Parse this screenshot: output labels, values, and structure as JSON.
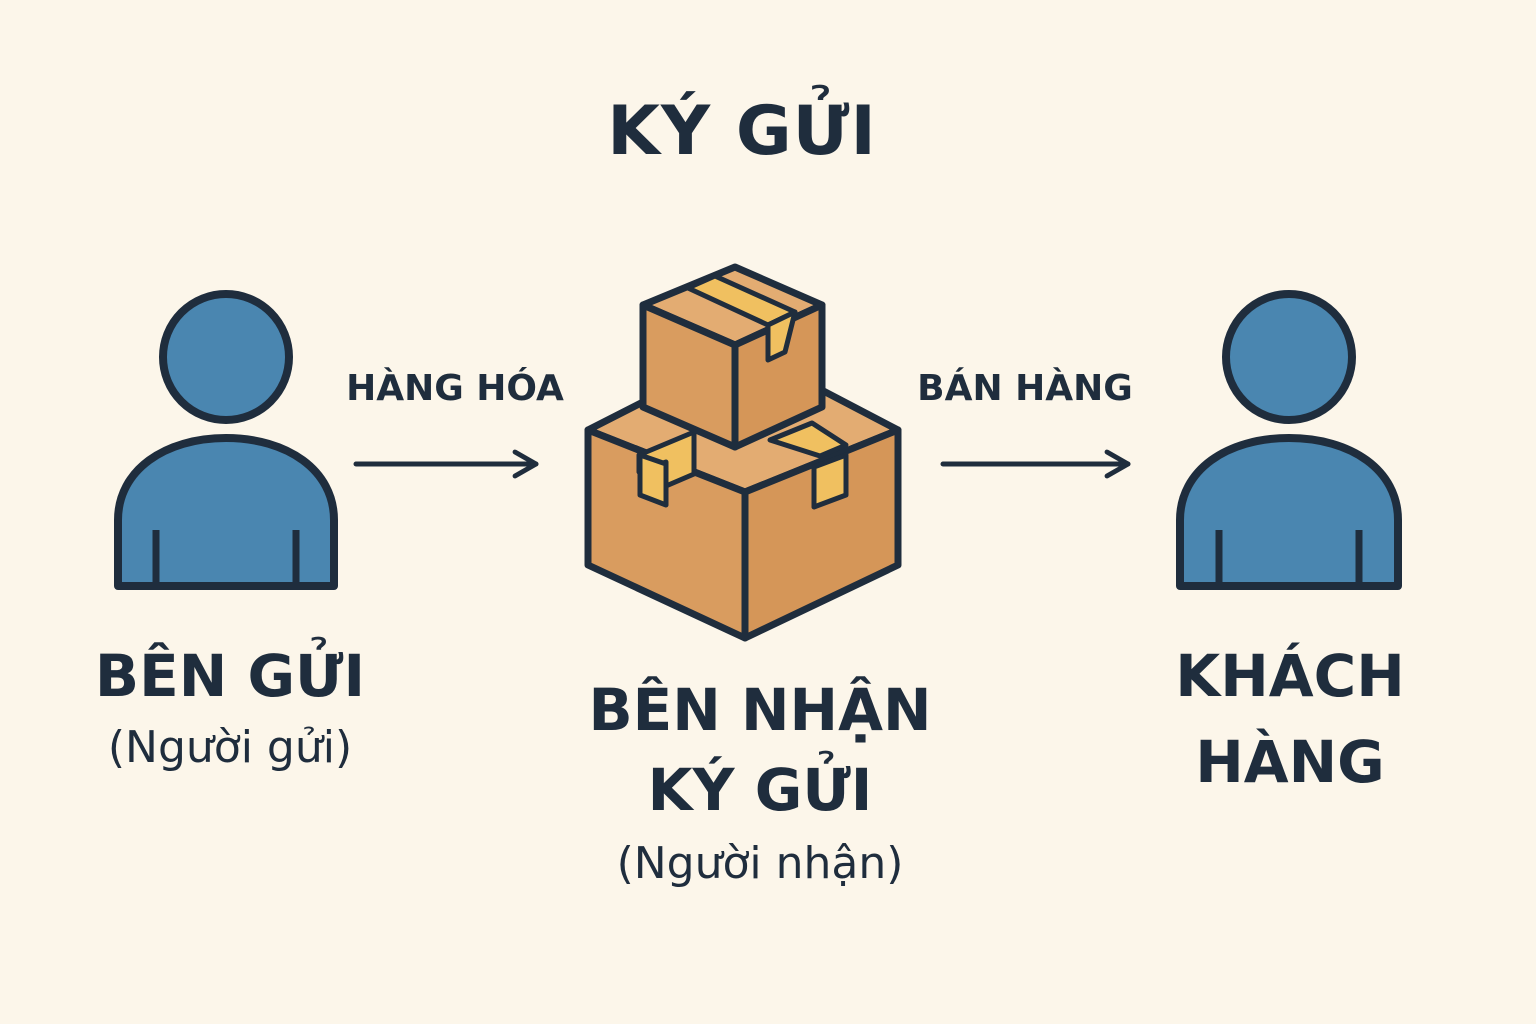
{
  "title": "KÝ GỬI",
  "edges": {
    "left_label": "HÀNG HÓA",
    "right_label": "BÁN HÀNG"
  },
  "nodes": {
    "sender": {
      "label": "BÊN GỬI",
      "sub": "(Người gửi)"
    },
    "receiver": {
      "label_line1": "BÊN NHẬN",
      "label_line2": "KÝ GỬI",
      "sub": "(Người nhận)"
    },
    "customer": {
      "label_line1": "KHÁCH",
      "label_line2": "HÀNG"
    }
  },
  "colors": {
    "background": "#fcf6ea",
    "person_fill": "#4a86b0",
    "outline": "#1f2d3d",
    "box_fill": "#dea266",
    "tape_fill": "#f0c060"
  }
}
